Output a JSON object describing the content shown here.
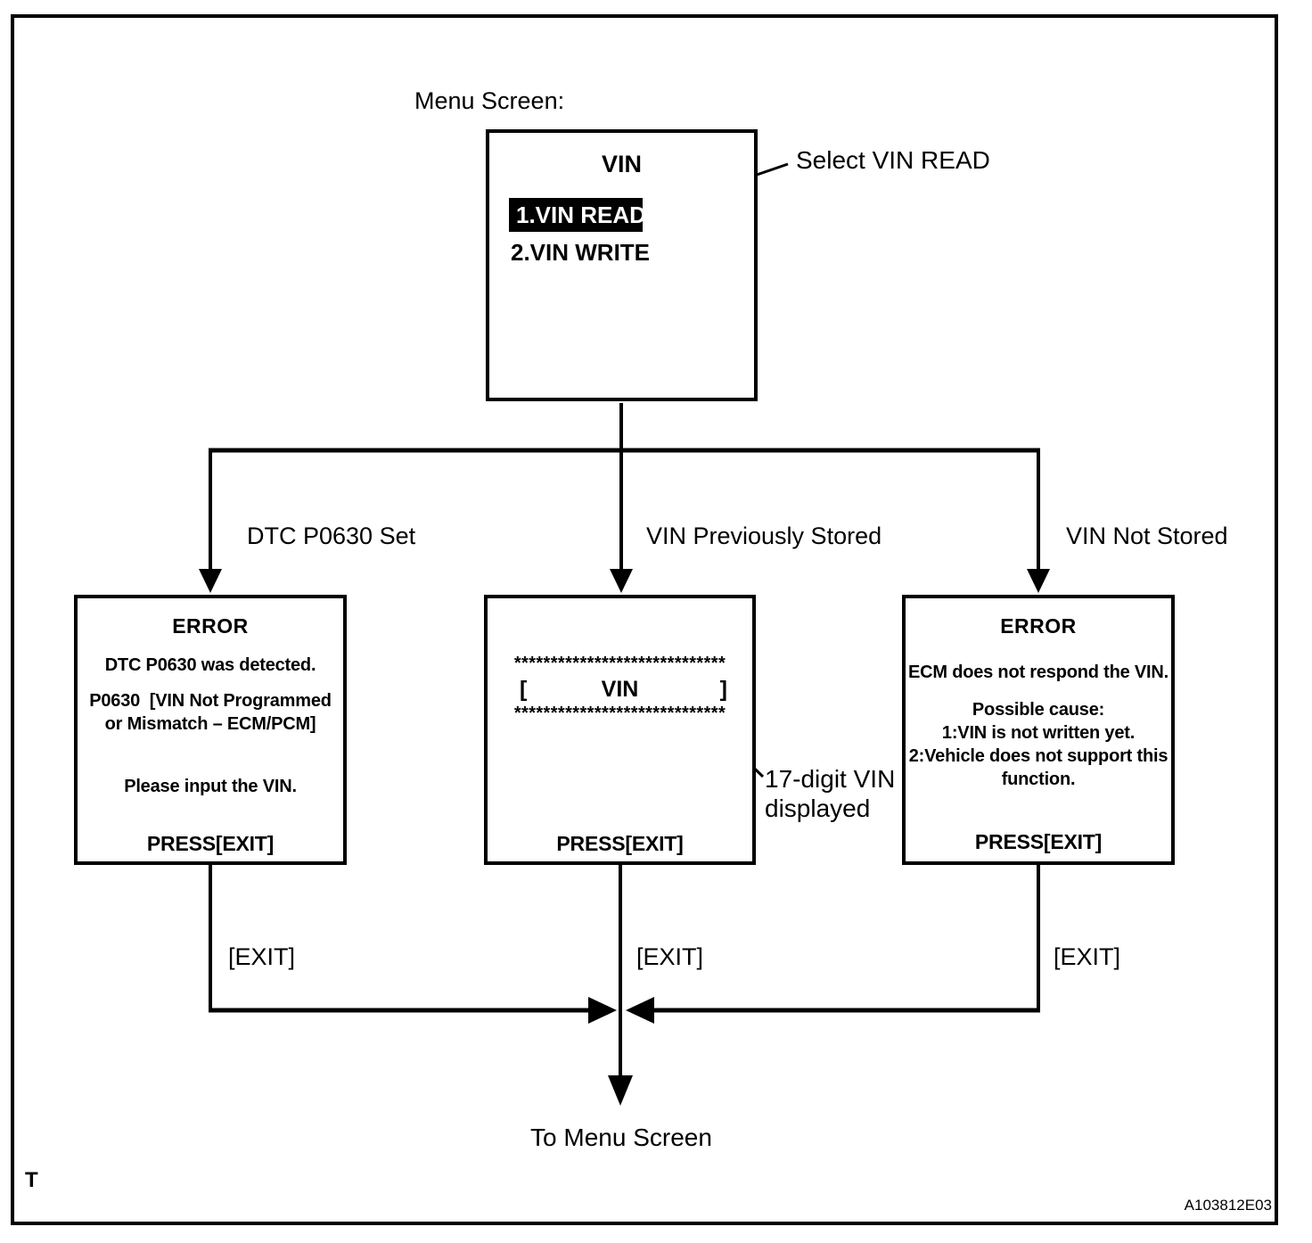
{
  "diagram": {
    "corner_mark": "T",
    "figure_code": "A103812E03",
    "menu_label": "Menu Screen:",
    "menu_screen": {
      "title": "VIN",
      "items": [
        {
          "label": "1.VIN READ",
          "selected": true
        },
        {
          "label": "2.VIN WRITE",
          "selected": false
        }
      ]
    },
    "annotations": {
      "select_vin_read": "Select VIN READ",
      "vin_displayed_line1": "17-digit VIN",
      "vin_displayed_line2": "displayed"
    },
    "branches": [
      {
        "label": "DTC P0630 Set"
      },
      {
        "label": "VIN Previously Stored"
      },
      {
        "label": "VIN Not Stored"
      }
    ],
    "screens": {
      "dtc_error": {
        "title": "ERROR",
        "line1": "DTC P0630 was detected.",
        "line2": "P0630  [VIN Not Programmed",
        "line3": "or Mismatch – ECM/PCM]",
        "line4": "Please input the VIN.",
        "footer": "PRESS[EXIT]"
      },
      "vin_display": {
        "stars_top": "*****************************",
        "bracket_open": "[",
        "vin_word": "VIN",
        "bracket_close": "]",
        "stars_bottom": "*****************************",
        "footer": "PRESS[EXIT]"
      },
      "ecm_error": {
        "title": "ERROR",
        "line1": "ECM does not respond the VIN.",
        "line2": "Possible cause:",
        "line3": "1:VIN is not written yet.",
        "line4": "2:Vehicle does not support this",
        "line5": "function.",
        "footer": "PRESS[EXIT]"
      }
    },
    "exit_labels": [
      "[EXIT]",
      "[EXIT]",
      "[EXIT]"
    ],
    "to_menu": "To Menu Screen",
    "colors": {
      "ink": "#000000",
      "background": "#ffffff"
    }
  }
}
